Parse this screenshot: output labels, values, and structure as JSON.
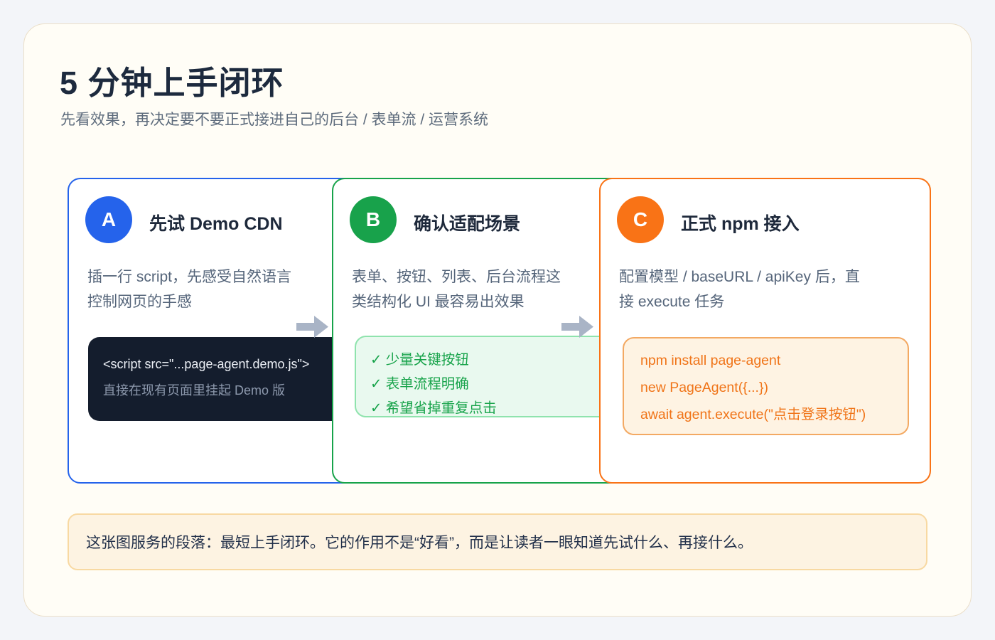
{
  "header": {
    "title": "5 分钟上手闭环",
    "subtitle": "先看效果，再决定要不要正式接进自己的后台 / 表单流 / 运营系统"
  },
  "steps": [
    {
      "badge": "A",
      "accent_color": "#2563eb",
      "title": "先试 Demo CDN",
      "description_lines": [
        "插一行 script，先感受自然语言",
        "控制网页的手感"
      ],
      "code_lines": [
        "<script src=\"...page-agent.demo.js\">",
        "直接在现有页面里挂起 Demo 版"
      ]
    },
    {
      "badge": "B",
      "accent_color": "#17a34a",
      "title": "确认适配场景",
      "description_lines": [
        "表单、按钮、列表、后台流程这",
        "类结构化 UI 最容易出效果"
      ],
      "checklist": [
        "✓ 少量关键按钮",
        "✓ 表单流程明确",
        "✓ 希望省掉重复点击"
      ]
    },
    {
      "badge": "C",
      "accent_color": "#f97316",
      "title": "正式 npm 接入",
      "description_lines": [
        "配置模型 / baseURL / apiKey 后，直",
        "接 execute 任务"
      ],
      "code_lines": [
        "npm install page-agent",
        "new PageAgent({...})",
        "await agent.execute(\"点击登录按钮\")"
      ]
    }
  ],
  "arrow_color": "#a9b4c6",
  "colors": {
    "page_bg": "#f3f5f9",
    "panel_bg": "#fffdf6",
    "dark_code_bg": "#141d2d",
    "green_box_bg": "#e9f9ef",
    "orange_box_bg": "#fef3e3",
    "note_bg": "#fdf3e2"
  },
  "footer_note": "这张图服务的段落：最短上手闭环。它的作用不是“好看”，而是让读者一眼知道先试什么、再接什么。"
}
